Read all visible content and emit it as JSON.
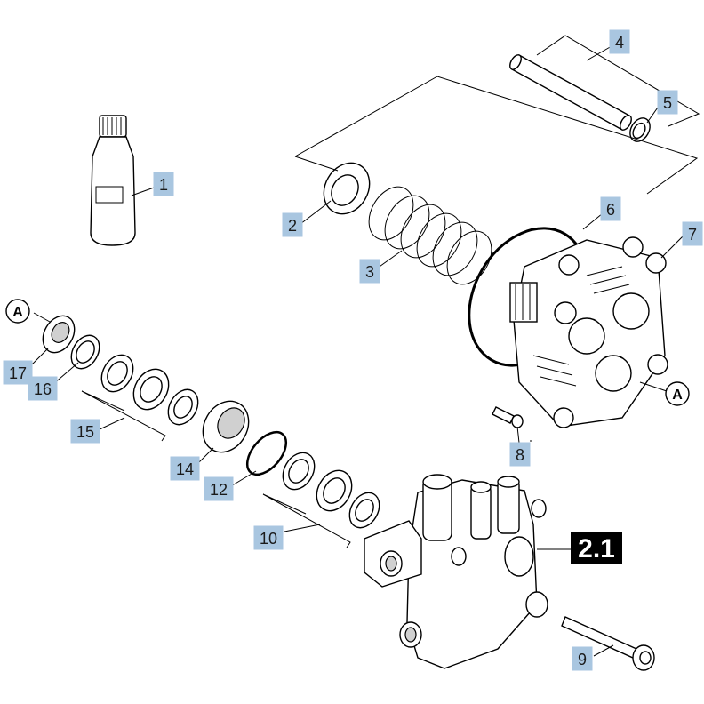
{
  "callouts": {
    "c1": "1",
    "c2": "2",
    "c3": "3",
    "c4": "4",
    "c5": "5",
    "c6": "6",
    "c7": "7",
    "c8": "8",
    "c9": "9",
    "c10": "10",
    "c12": "12",
    "c14": "14",
    "c15": "15",
    "c16": "16",
    "c17": "17"
  },
  "reference_label": "2.1",
  "connector_label_left": "A",
  "connector_label_right": "A",
  "colors": {
    "callout_fill": "#a9c6e0",
    "reference_fill": "#000000"
  }
}
